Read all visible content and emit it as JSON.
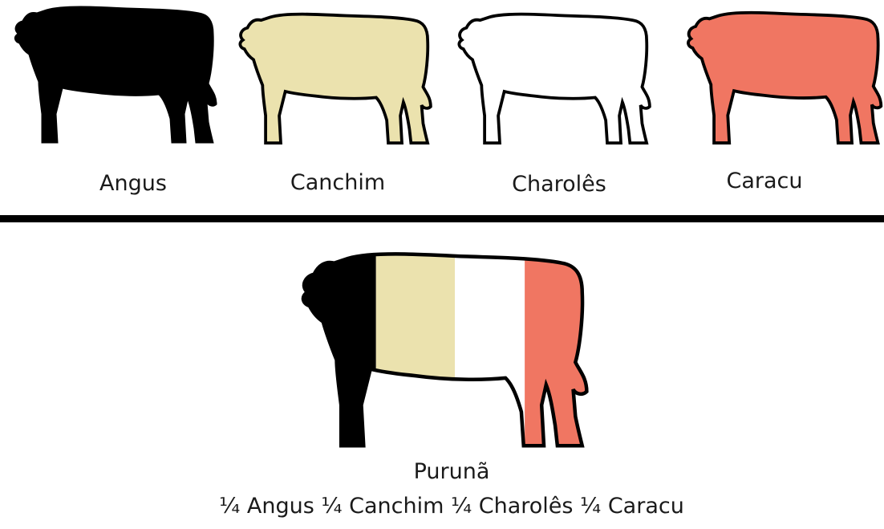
{
  "breeds": [
    {
      "name": "Angus",
      "color": "#000000"
    },
    {
      "name": "Canchim",
      "color": "#ebe2ae"
    },
    {
      "name": "Charolês",
      "color": "#ffffff"
    },
    {
      "name": "Caracu",
      "color": "#f07662"
    }
  ],
  "outline_color": "#000000",
  "cross": {
    "name": "Purunã",
    "composition": "¼ Angus ¼ Canchim ¼ Charolês ¼ Caracu"
  },
  "icons": [
    "bull-silhouette-icon"
  ]
}
